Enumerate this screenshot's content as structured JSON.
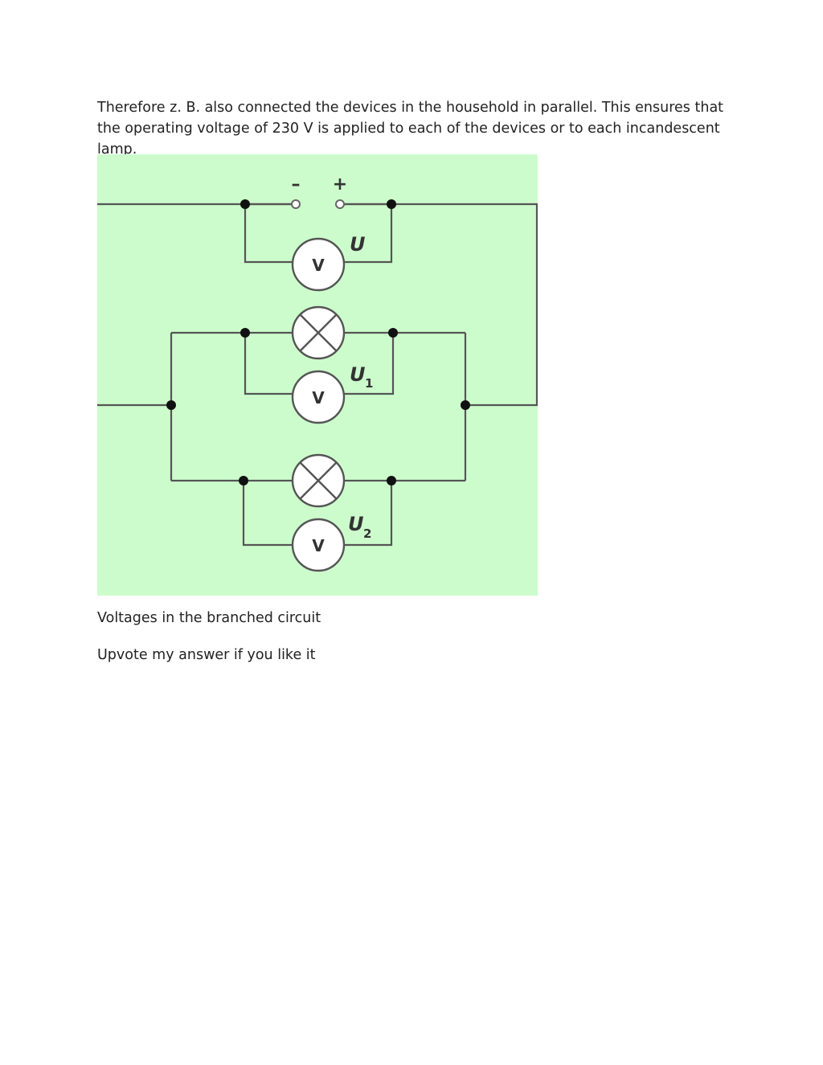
{
  "document": {
    "intro_text": "Therefore z. B. also connected the devices in the household in parallel. This ensures that the operating voltage of 230 V is applied to each of the devices or to each incandescent lamp.",
    "caption": "Voltages in the branched circuit",
    "closing": "Upvote my answer if you like it"
  },
  "diagram": {
    "background_color": "#ccfccc",
    "terminals": {
      "minus": "–",
      "plus": "+"
    },
    "meters": [
      {
        "symbol": "V",
        "label": "U",
        "subscript": ""
      },
      {
        "symbol": "V",
        "label": "U",
        "subscript": "1"
      },
      {
        "symbol": "V",
        "label": "U",
        "subscript": "2"
      }
    ],
    "lamps": [
      "lamp-icon",
      "lamp-icon"
    ]
  }
}
